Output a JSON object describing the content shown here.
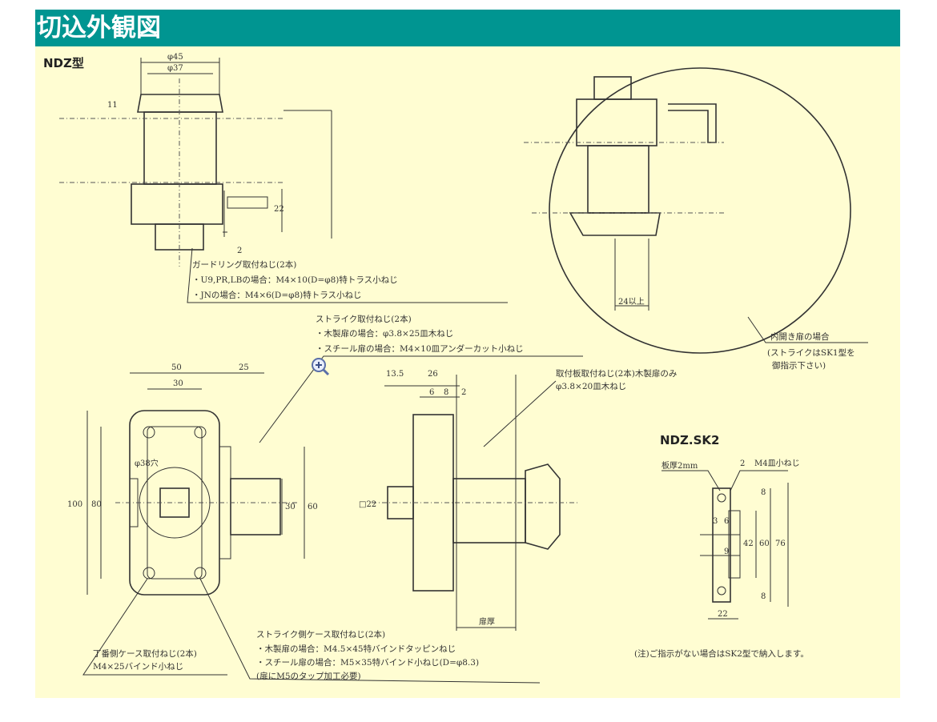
{
  "header": {
    "title": "切込外観図"
  },
  "drawings": {
    "ndz_label": "NDZ型",
    "sk2_label": "NDZ.SK2",
    "top_dims": [
      "φ45",
      "φ37",
      "11",
      "22",
      "2"
    ],
    "inset_dims": [
      "24以上"
    ],
    "front_dims": [
      "50",
      "25",
      "30",
      "φ38穴",
      "100",
      "80",
      "30",
      "60"
    ],
    "side_dims": [
      "13.5",
      "26",
      "6",
      "8",
      "2",
      "□22",
      "扉厚"
    ],
    "sk2_dims": [
      "板厚2mm",
      "2",
      "M4皿小ねじ",
      "8",
      "3",
      "6",
      "9",
      "42",
      "60",
      "76",
      "8",
      "22"
    ]
  },
  "notes": {
    "guard_ring": [
      "ガードリング取付ねじ(2本)",
      "・U9,PR,LBの場合：M4×10(D=φ8)特トラス小ねじ",
      "・JNの場合：M4×6(D=φ8)特トラス小ねじ"
    ],
    "strike_screw": [
      "ストライク取付ねじ(2本)",
      "・木製扉の場合：φ3.8×25皿木ねじ",
      "・スチール扉の場合：M4×10皿アンダーカット小ねじ"
    ],
    "mount_plate": [
      "取付板取付ねじ(2本)木製扉のみ",
      "φ3.8×20皿木ねじ"
    ],
    "inward_door": [
      "内開き扉の場合",
      "(ストライクはSK1型を",
      "御指示下さい)"
    ],
    "hinge_case": [
      "丁番側ケース取付ねじ(2本)",
      "M4×25バインド小ねじ"
    ],
    "strike_case": [
      "ストライク側ケース取付ねじ(2本)",
      "・木製扉の場合：M4.5×45特バインドタッピンねじ",
      "・スチール扉の場合：M5×35特バインド小ねじ(D=φ8.3)",
      "(扉にM5のタップ加工必要)"
    ],
    "footnote": "(注)ご指示がない場合はSK2型で納入します。"
  },
  "colors": {
    "header": "#009591",
    "panel": "#fffdd2"
  }
}
